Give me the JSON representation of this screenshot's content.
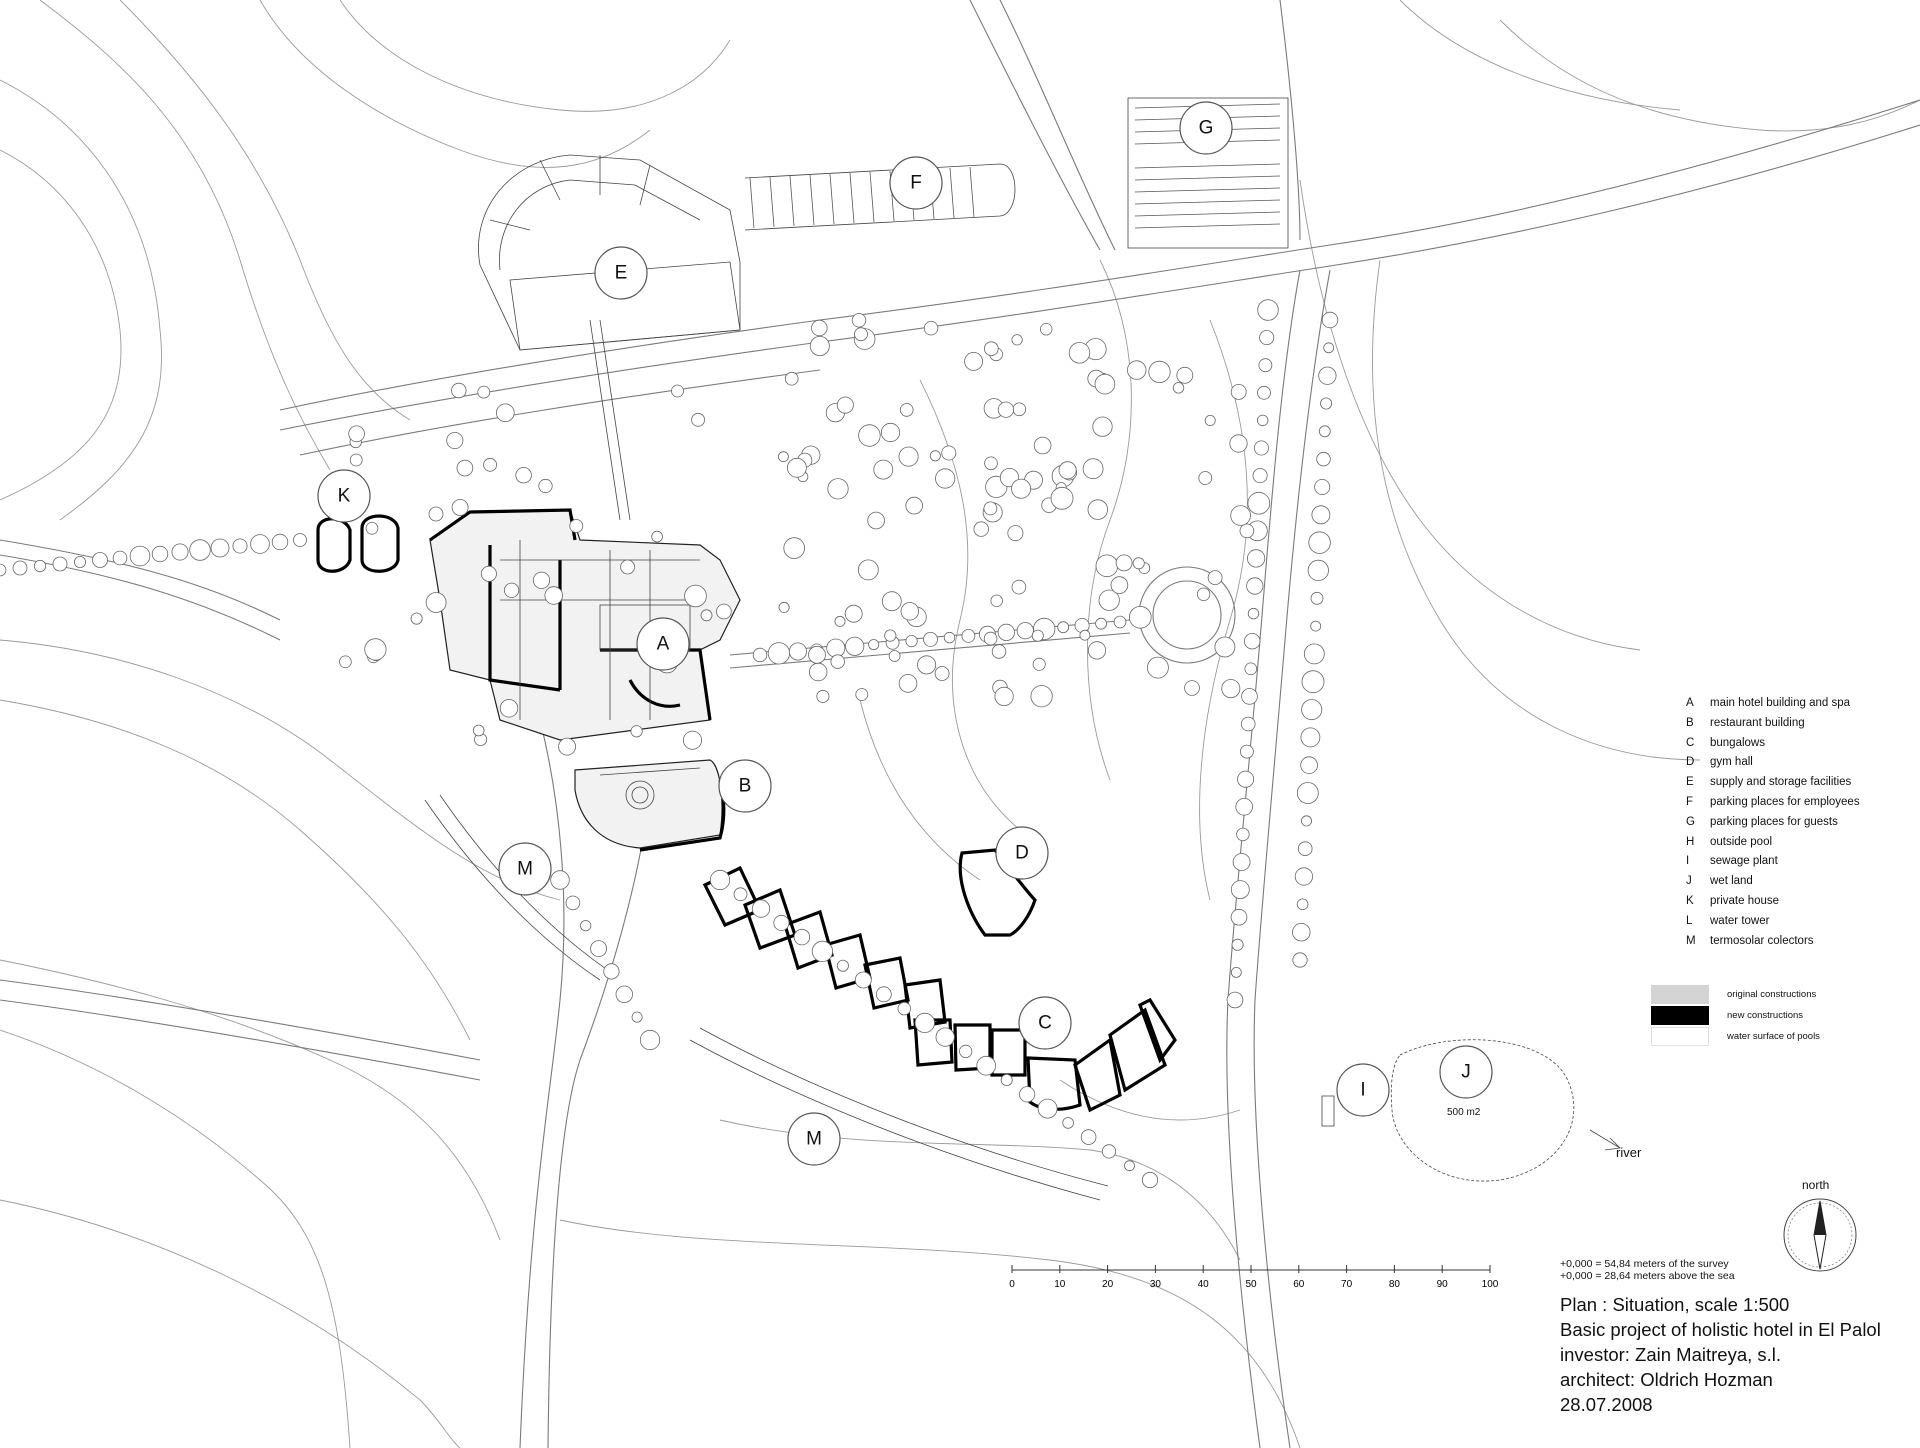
{
  "zones": [
    {
      "letter": "A"
    },
    {
      "letter": "B"
    },
    {
      "letter": "C"
    },
    {
      "letter": "D"
    },
    {
      "letter": "E"
    },
    {
      "letter": "F"
    },
    {
      "letter": "G"
    },
    {
      "letter": "I"
    },
    {
      "letter": "J"
    },
    {
      "letter": "K"
    },
    {
      "letter": "M"
    },
    {
      "letter": "M"
    }
  ],
  "legend": [
    {
      "key": "A",
      "label": "main hotel building and spa"
    },
    {
      "key": "B",
      "label": "restaurant building"
    },
    {
      "key": "C",
      "label": "bungalows"
    },
    {
      "key": "D",
      "label": "gym hall"
    },
    {
      "key": "E",
      "label": "supply and storage facilities"
    },
    {
      "key": "F",
      "label": "parking places for employees"
    },
    {
      "key": "G",
      "label": "parking places for guests"
    },
    {
      "key": "H",
      "label": "outside pool"
    },
    {
      "key": "I",
      "label": "sewage plant"
    },
    {
      "key": "J",
      "label": "wet land"
    },
    {
      "key": "K",
      "label": "private house"
    },
    {
      "key": "L",
      "label": "water tower"
    },
    {
      "key": "M",
      "label": "termosolar colectors"
    }
  ],
  "materials": [
    {
      "label": "original constructions",
      "color": "#d4d4d4"
    },
    {
      "label": "new constructions",
      "color": "#000000"
    },
    {
      "label": "water surface of pools",
      "color": "#ffffff"
    }
  ],
  "scale_bar": {
    "ticks": [
      "0",
      "10",
      "20",
      "30",
      "40",
      "50",
      "60",
      "70",
      "80",
      "90",
      "100"
    ]
  },
  "wetland_area": "500 m2",
  "river_label": "river",
  "north_label": "north",
  "level_notes": [
    "+0,000 = 54,84 meters of the survey",
    "+0,000 = 28,64 meters above the sea"
  ],
  "title_block": {
    "plan": "Plan : Situation, scale 1:500",
    "project": "Basic project of holistic hotel in El Palol",
    "investor": "investor: Zain Maitreya, s.l.",
    "architect": "architect: Oldrich Hozman",
    "date": "28.07.2008"
  }
}
